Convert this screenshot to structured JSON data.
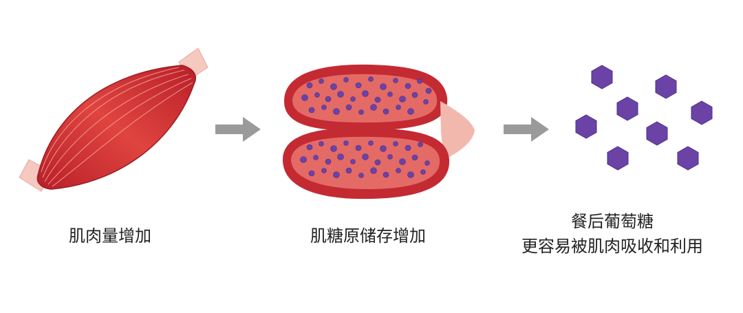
{
  "steps": [
    {
      "label": "肌肉量增加"
    },
    {
      "label": "肌糖原储存增加"
    },
    {
      "label_line1": "餐后葡萄糖",
      "label_line2": "更容易被肌肉吸收和利用"
    }
  ],
  "icons": {
    "step1": "muscle-icon",
    "step2": "muscle-cross-section-icon",
    "step3": "glucose-hexagons-icon",
    "arrow": "arrow-right-icon"
  },
  "colors": {
    "muscle_red": "#d8343a",
    "muscle_light": "#f2a39a",
    "tendon": "#f6c9c0",
    "glycogen_purple": "#6b43a6",
    "arrow_gray": "#9a9a9a",
    "text": "#222222"
  }
}
